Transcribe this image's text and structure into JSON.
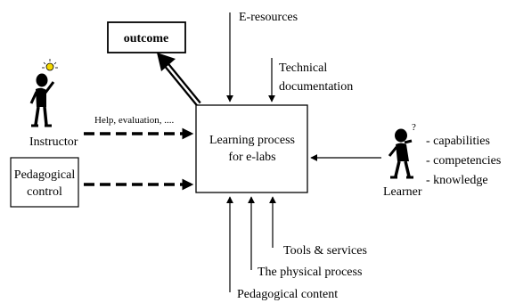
{
  "diagram": {
    "center_box": {
      "line1": "Learning process",
      "line2": "for  e-labs"
    },
    "outcome_box": {
      "label": "outcome"
    },
    "top_inputs": {
      "e_resources": "E-resources",
      "technical_line1": "Technical",
      "technical_line2": "documentation"
    },
    "left_inputs": {
      "help_label": "Help, evaluation, ....",
      "instructor_label": "Instructor",
      "pedagogical_line1": "Pedagogical",
      "pedagogical_line2": "control"
    },
    "right_inputs": {
      "learner_label": "Learner",
      "attributes": [
        "- capabilities",
        "- competencies",
        "- knowledge"
      ]
    },
    "bottom_inputs": {
      "tools_services": "Tools  & services",
      "physical_process": "The physical process",
      "pedagogical_content": "Pedagogical content"
    }
  }
}
